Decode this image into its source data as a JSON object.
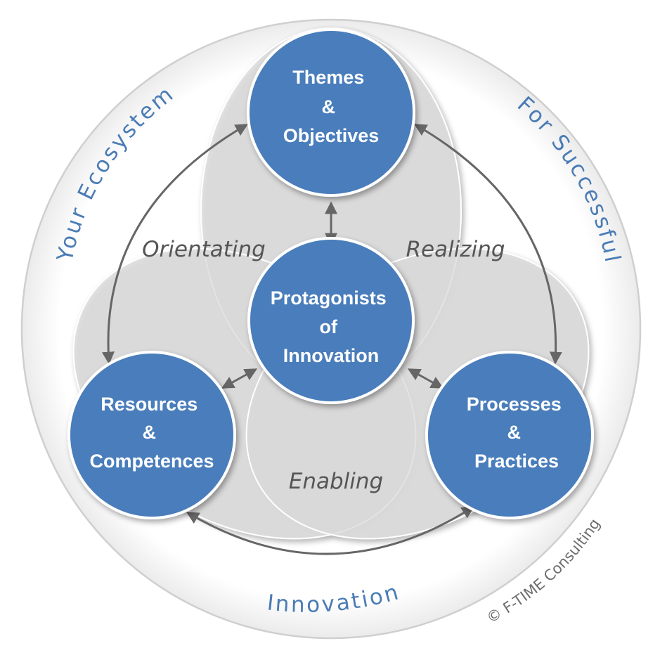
{
  "nodes": {
    "themes": {
      "lines": [
        "Themes",
        "&",
        "Objectives"
      ]
    },
    "protagonists": {
      "lines": [
        "Protagonists",
        "of",
        "Innovation"
      ]
    },
    "resources": {
      "lines": [
        "Resources",
        "&",
        "Competences"
      ]
    },
    "processes": {
      "lines": [
        "Processes",
        "&",
        "Practices"
      ]
    }
  },
  "relations": {
    "orientating": "Orientating",
    "realizing": "Realizing",
    "enabling": "Enabling"
  },
  "ring_text": {
    "left": "Your Ecosystem",
    "right": "For Successful",
    "bottom": "Innovation"
  },
  "copyright": "© F-TIME Consulting",
  "colors": {
    "node_fill": "#4a7dbb",
    "node_stroke": "#ffffff",
    "petal_fill": "#d9d9d9",
    "ring_text": "#4a7cb5",
    "arrow": "#666666"
  }
}
